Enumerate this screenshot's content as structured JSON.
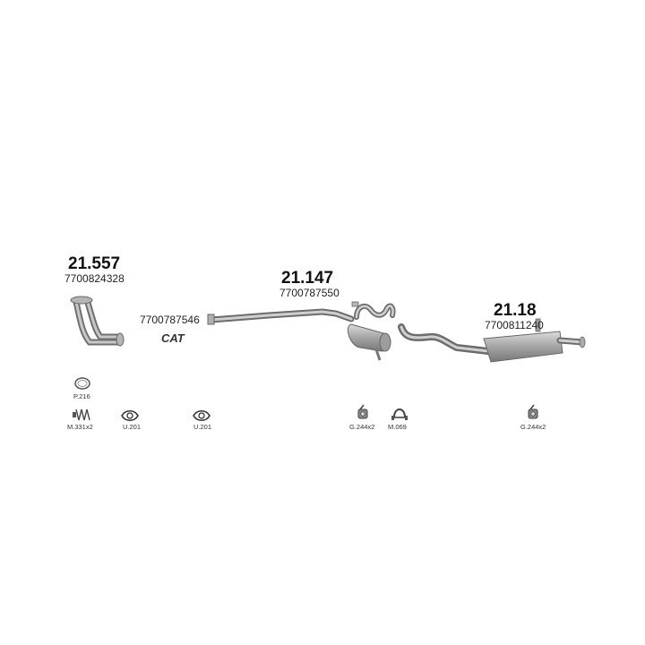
{
  "parts": [
    {
      "id": "front-pipe",
      "number": "21.557",
      "oem": "7700824328"
    },
    {
      "id": "center-pipe",
      "oem": "7700787546",
      "tag": "CAT"
    },
    {
      "id": "middle-silencer",
      "number": "21.147",
      "oem": "7700787550"
    },
    {
      "id": "rear-silencer",
      "number": "21.18",
      "oem": "7700811240"
    }
  ],
  "accessories": [
    {
      "code": "P.216",
      "icon": "gasket-ring-icon"
    },
    {
      "code": "M.331x2",
      "icon": "spring-bolt-icon"
    },
    {
      "code": "U.201",
      "icon": "flange-gasket-icon"
    },
    {
      "code": "U.201",
      "icon": "flange-gasket-icon"
    },
    {
      "code": "G.244x2",
      "icon": "rubber-hanger-icon"
    },
    {
      "code": "M.069",
      "icon": "clamp-icon"
    },
    {
      "code": "G.244x2",
      "icon": "rubber-hanger-icon"
    }
  ],
  "colors": {
    "metal": "#9a9a9a",
    "metal_dark": "#6f6f6f",
    "metal_light": "#c9c9c9"
  }
}
